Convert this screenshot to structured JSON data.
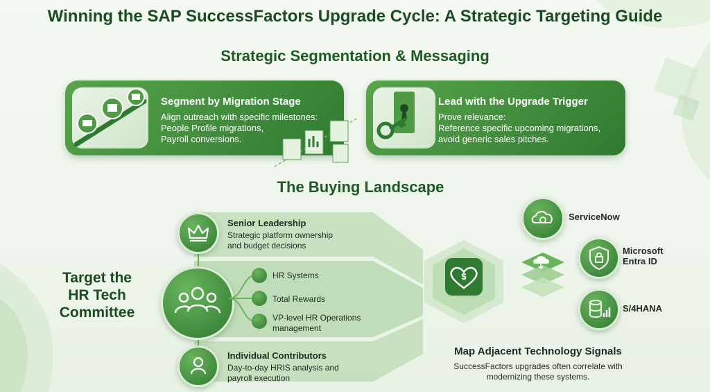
{
  "title": "Winning the SAP SuccessFactors Upgrade Cycle: A Strategic Targeting Guide",
  "segmentation": {
    "heading": "Strategic Segmentation & Messaging",
    "card1": {
      "title": "Segment by Migration Stage",
      "line1": "Align outreach with specific milestones:",
      "line2": "People Profile migrations,",
      "line3": "Payroll conversions."
    },
    "card2": {
      "title": "Lead with the Upgrade Trigger",
      "line1": "Prove relevance:",
      "line2": "Reference specific upcoming migrations,",
      "line3": "avoid generic sales pitches."
    }
  },
  "landscape": {
    "heading": "The Buying Landscape",
    "target_line1": "Target the",
    "target_line2": "HR Tech",
    "target_line3": "Committee",
    "senior": {
      "title": "Senior Leadership",
      "line1": "Strategic platform ownership",
      "line2": "and budget decisions"
    },
    "committee": [
      "HR Systems",
      "Total Rewards",
      "VP-level HR Operations",
      "management"
    ],
    "individual": {
      "title": "Individual Contributors",
      "line1": "Day-to-day HRIS analysis and",
      "line2": "payroll execution"
    }
  },
  "tech": {
    "servicenow": "ServiceNow",
    "entra1": "Microsoft",
    "entra2": "Entra ID",
    "s4": "S/4HANA",
    "map_title": "Map Adjacent Technology Signals",
    "map_line1": "SuccessFactors upgrades often correlate with",
    "map_line2": "modernizing these systems."
  },
  "colors": {
    "dark_green": "#1c4a22",
    "accent_green": "#2f7a31",
    "light_green": "#6ab45d"
  }
}
